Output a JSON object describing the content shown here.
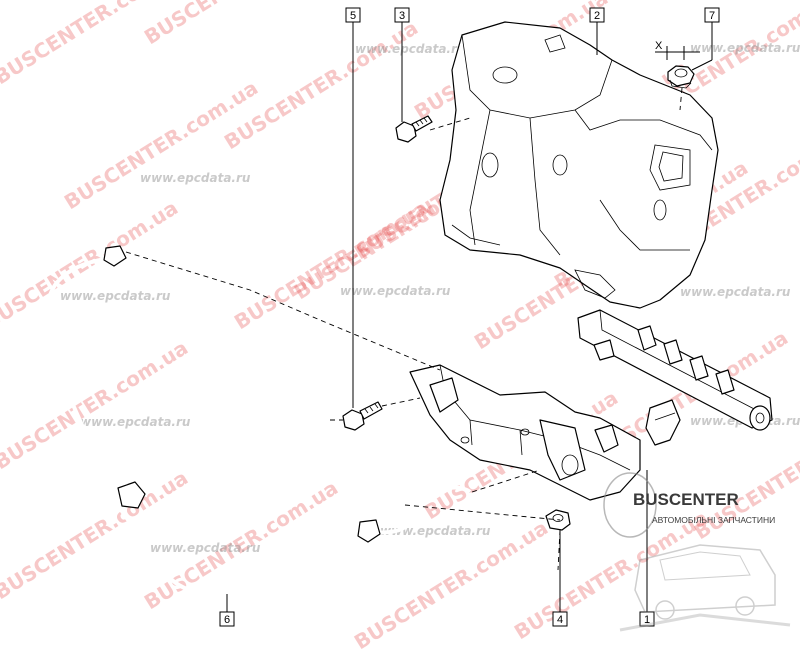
{
  "diagram": {
    "callouts": {
      "c1": "1",
      "c2": "2",
      "c3": "3",
      "c4": "4",
      "c5": "5",
      "c6": "6",
      "c7": "7"
    },
    "dimension_label": "X"
  },
  "watermarks": {
    "brand": "BUSCENTER.com.ua",
    "site": "www.epcdata.ru"
  },
  "logo": {
    "title": "BUSCENTER",
    "subtitle": "АВТОМОБІЛЬНІ ЗАПЧАСТИНИ"
  }
}
